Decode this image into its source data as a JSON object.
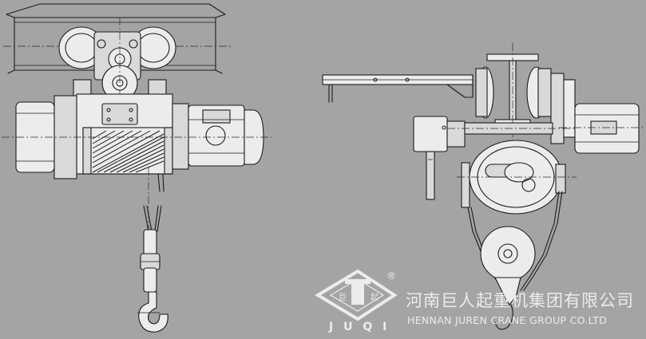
{
  "logo": {
    "left_glyph": "巨",
    "right_glyph": "起",
    "mark": "®",
    "letters": "J U Q I"
  },
  "company": {
    "name_cn": "河南巨人起重机集团有限公司",
    "name_en": "HENNAN JUREN CRANE GROUP CO.LTD"
  },
  "colors": {
    "background": "#a4a4a4",
    "line": "#1c1c1c",
    "logo": "#ececec"
  }
}
